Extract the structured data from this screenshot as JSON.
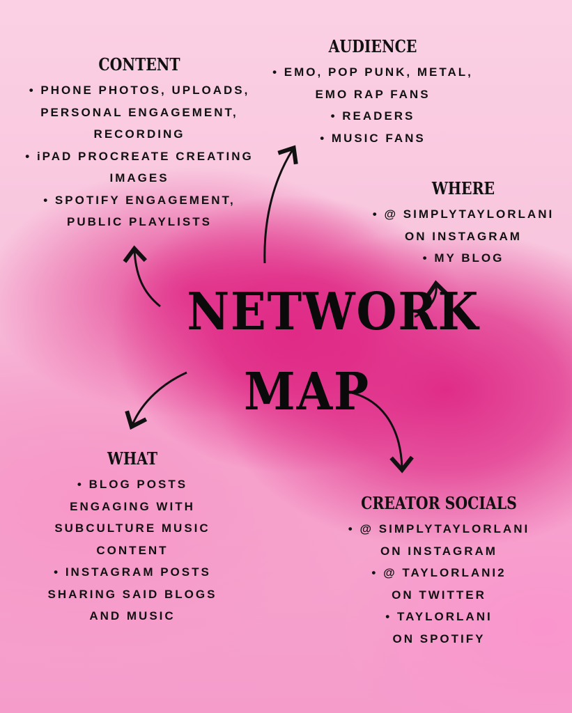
{
  "title": {
    "line1": "NETWORK",
    "line2": "MAP"
  },
  "sections": {
    "content": {
      "heading": "CONTENT",
      "lines": [
        "• PHONE PHOTOS, UPLOADS,",
        "PERSONAL ENGAGEMENT,",
        "RECORDING",
        "• iPAD PROCREATE CREATING",
        "IMAGES",
        "• SPOTIFY ENGAGEMENT,",
        "PUBLIC PLAYLISTS"
      ]
    },
    "audience": {
      "heading": "AUDIENCE",
      "lines": [
        "• EMO, POP PUNK, METAL,",
        "EMO RAP FANS",
        "• READERS",
        "• MUSIC FANS"
      ]
    },
    "where": {
      "heading": "WHERE",
      "lines": [
        "• @ SIMPLYTAYLORLANI",
        "ON INSTAGRAM",
        "• MY BLOG"
      ]
    },
    "what": {
      "heading": "WHAT",
      "lines": [
        "• BLOG POSTS",
        "ENGAGING WITH",
        "SUBCULTURE MUSIC",
        "CONTENT",
        "• INSTAGRAM POSTS",
        "SHARING SAID BLOGS",
        "AND MUSIC"
      ]
    },
    "creator_socials": {
      "heading": "CREATOR SOCIALS",
      "lines": [
        "• @ SIMPLYTAYLORLANI",
        "ON INSTAGRAM",
        "• @ TAYLORLANI2",
        "ON TWITTER",
        "• TAYLORLANI",
        "ON SPOTIFY"
      ]
    }
  },
  "colors": {
    "background_light": "#fbd0e4",
    "background_magenta": "#e02a86",
    "ink": "#111111"
  }
}
